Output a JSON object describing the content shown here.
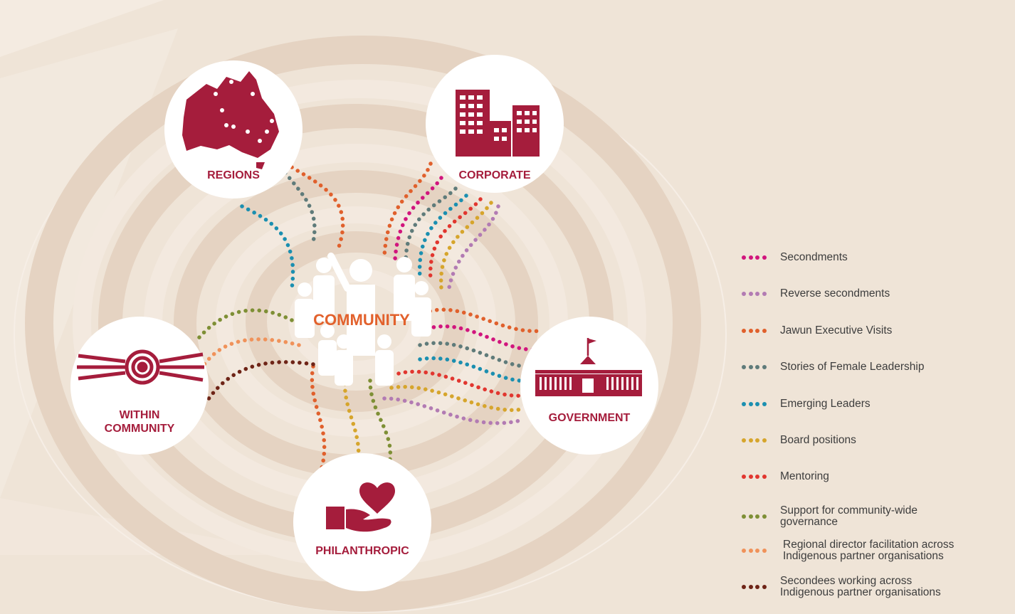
{
  "nodes": {
    "regions": "REGIONS",
    "corporate": "CORPORATE",
    "within_community_1": "WITHIN",
    "within_community_2": "COMMUNITY",
    "government": "GOVERNMENT",
    "philanthropic": "PHILANTHROPIC",
    "center": "COMMUNITY"
  },
  "legend": [
    {
      "line1": "Secondments",
      "line2": "",
      "color": "#d1157d"
    },
    {
      "line1": "Reverse secondments",
      "line2": "",
      "color": "#b27bb3"
    },
    {
      "line1": "Jawun Executive Visits",
      "line2": "",
      "color": "#e0602c"
    },
    {
      "line1": "Stories of Female Leadership",
      "line2": "",
      "color": "#5f7b7a"
    },
    {
      "line1": "Emerging Leaders",
      "line2": "",
      "color": "#1b8fb0"
    },
    {
      "line1": "Board positions",
      "line2": "",
      "color": "#d6a52c"
    },
    {
      "line1": "Mentoring",
      "line2": "",
      "color": "#e1362f"
    },
    {
      "line1": "Support for community-wide",
      "line2": "governance",
      "color": "#7e8f35"
    },
    {
      "line1": "Regional director facilitation across",
      "line2": "Indigenous partner organisations",
      "color": "#f0925a"
    },
    {
      "line1": "Secondees working across",
      "line2": "Indigenous partner organisations",
      "color": "#6e2417"
    }
  ]
}
